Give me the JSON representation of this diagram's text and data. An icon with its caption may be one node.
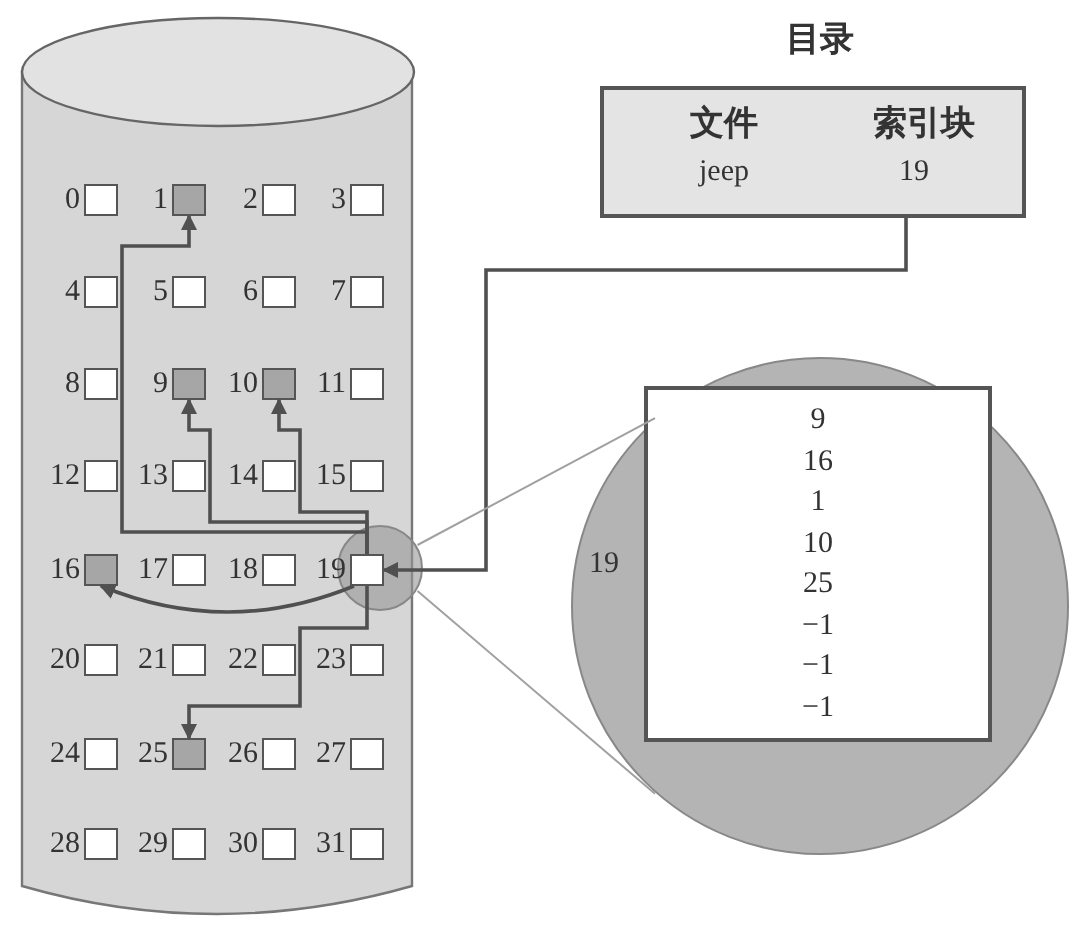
{
  "diagram": {
    "nodes": [
      {
        "text": [],
        "shape": "cylinder"
      },
      {
        "text": [
          "0"
        ],
        "in": 0
      },
      {
        "text": [
          "1"
        ],
        "in": 0
      },
      {
        "text": [
          "2"
        ],
        "in": 0
      },
      {
        "text": [
          "3"
        ],
        "in": 0
      },
      {
        "text": [
          "4"
        ],
        "in": 0
      },
      {
        "text": [
          "5"
        ],
        "in": 0
      },
      {
        "text": [
          "6"
        ],
        "in": 0
      },
      {
        "text": [
          "7"
        ],
        "in": 0
      },
      {
        "text": [
          "8"
        ],
        "in": 0
      },
      {
        "text": [
          "9"
        ],
        "in": 0
      },
      {
        "text": [
          "10"
        ],
        "in": 0
      },
      {
        "text": [
          "11"
        ],
        "in": 0
      },
      {
        "text": [
          "12"
        ],
        "in": 0
      },
      {
        "text": [
          "13"
        ],
        "in": 0
      },
      {
        "text": [
          "14"
        ],
        "in": 0
      },
      {
        "text": [
          "15"
        ],
        "in": 0
      },
      {
        "text": [
          "16"
        ],
        "in": 0
      },
      {
        "text": [
          "17"
        ],
        "in": 0
      },
      {
        "text": [
          "18"
        ],
        "in": 0
      },
      {
        "text": [],
        "shape": "circle",
        "in": 0
      },
      {
        "text": [
          "19"
        ],
        "in": 20
      },
      {
        "text": [
          "20"
        ],
        "in": 0
      },
      {
        "text": [
          "21"
        ],
        "in": 0
      },
      {
        "text": [
          "22"
        ],
        "in": 0
      },
      {
        "text": [
          "23"
        ],
        "in": 0
      },
      {
        "text": [
          "24"
        ],
        "in": 0
      },
      {
        "text": [
          "25"
        ],
        "in": 0
      },
      {
        "text": [
          "26"
        ],
        "in": 0
      },
      {
        "text": [
          "27"
        ],
        "in": 0
      },
      {
        "text": [
          "28"
        ],
        "in": 0
      },
      {
        "text": [
          "29"
        ],
        "in": 0
      },
      {
        "text": [
          "30"
        ],
        "in": 0
      },
      {
        "text": [
          "31"
        ],
        "in": 0
      },
      {
        "text": [
          "目录",
          "文件",
          "索引块",
          "jeep",
          "19"
        ]
      },
      {
        "text": [],
        "shape": "circle"
      },
      {
        "text": [
          "9",
          "16",
          "1",
          "10",
          "25",
          "−1",
          "−1",
          "−1"
        ],
        "in": 35,
        "beside": [
          "19"
        ]
      }
    ],
    "edges": [
      {
        "from": 34,
        "to": 21,
        "arrow": "to"
      },
      {
        "from": 21,
        "to": 10,
        "arrow": "to"
      },
      {
        "from": 21,
        "to": 17,
        "arrow": "to"
      },
      {
        "from": 21,
        "to": 2,
        "arrow": "to"
      },
      {
        "from": 21,
        "to": 11,
        "arrow": "to"
      },
      {
        "from": 21,
        "to": 27,
        "arrow": "to"
      },
      {
        "from": 20,
        "to": 35,
        "arrow": "none",
        "color": "#a0a0a0"
      },
      {
        "from": 20,
        "to": 35,
        "arrow": "none",
        "color": "#a0a0a0"
      }
    ]
  }
}
